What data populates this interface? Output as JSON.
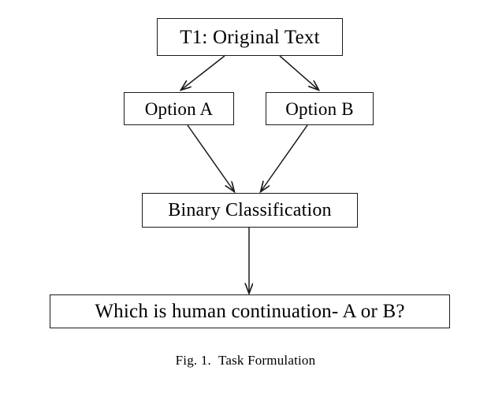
{
  "figure": {
    "caption_prefix": "Fig. 1.",
    "caption_text": "Task Formulation",
    "background_color": "#ffffff",
    "stroke_color": "#1a1a1a"
  },
  "nodes": {
    "original_text": {
      "label": "T1: Original Text",
      "name": "original-text"
    },
    "option_a": {
      "label": "Option A",
      "name": "option-a"
    },
    "option_b": {
      "label": "Option B",
      "name": "option-b"
    },
    "binary_classification": {
      "label": "Binary Classification",
      "name": "binary-classification"
    },
    "question": {
      "label": "Which is human continuation- A or B?",
      "name": "question"
    }
  },
  "edges": [
    {
      "id": "edge-original-to-option-a",
      "from": "original_text",
      "to": "option_a",
      "label": ""
    },
    {
      "id": "edge-original-to-option-b",
      "from": "original_text",
      "to": "option_b",
      "label": ""
    },
    {
      "id": "edge-option-a-to-binary",
      "from": "option_a",
      "to": "binary_classification",
      "label": ""
    },
    {
      "id": "edge-option-b-to-binary",
      "from": "option_b",
      "to": "binary_classification",
      "label": ""
    },
    {
      "id": "edge-binary-to-question",
      "from": "binary_classification",
      "to": "question",
      "label": ""
    }
  ],
  "chart_data": {
    "type": "diagram",
    "title": "Task Formulation",
    "nodes": [
      "T1: Original Text",
      "Option A",
      "Option B",
      "Binary Classification",
      "Which is human continuation- A or B?"
    ],
    "links": [
      [
        "T1: Original Text",
        "Option A"
      ],
      [
        "T1: Original Text",
        "Option B"
      ],
      [
        "Option A",
        "Binary Classification"
      ],
      [
        "Option B",
        "Binary Classification"
      ],
      [
        "Binary Classification",
        "Which is human continuation- A or B?"
      ]
    ]
  }
}
